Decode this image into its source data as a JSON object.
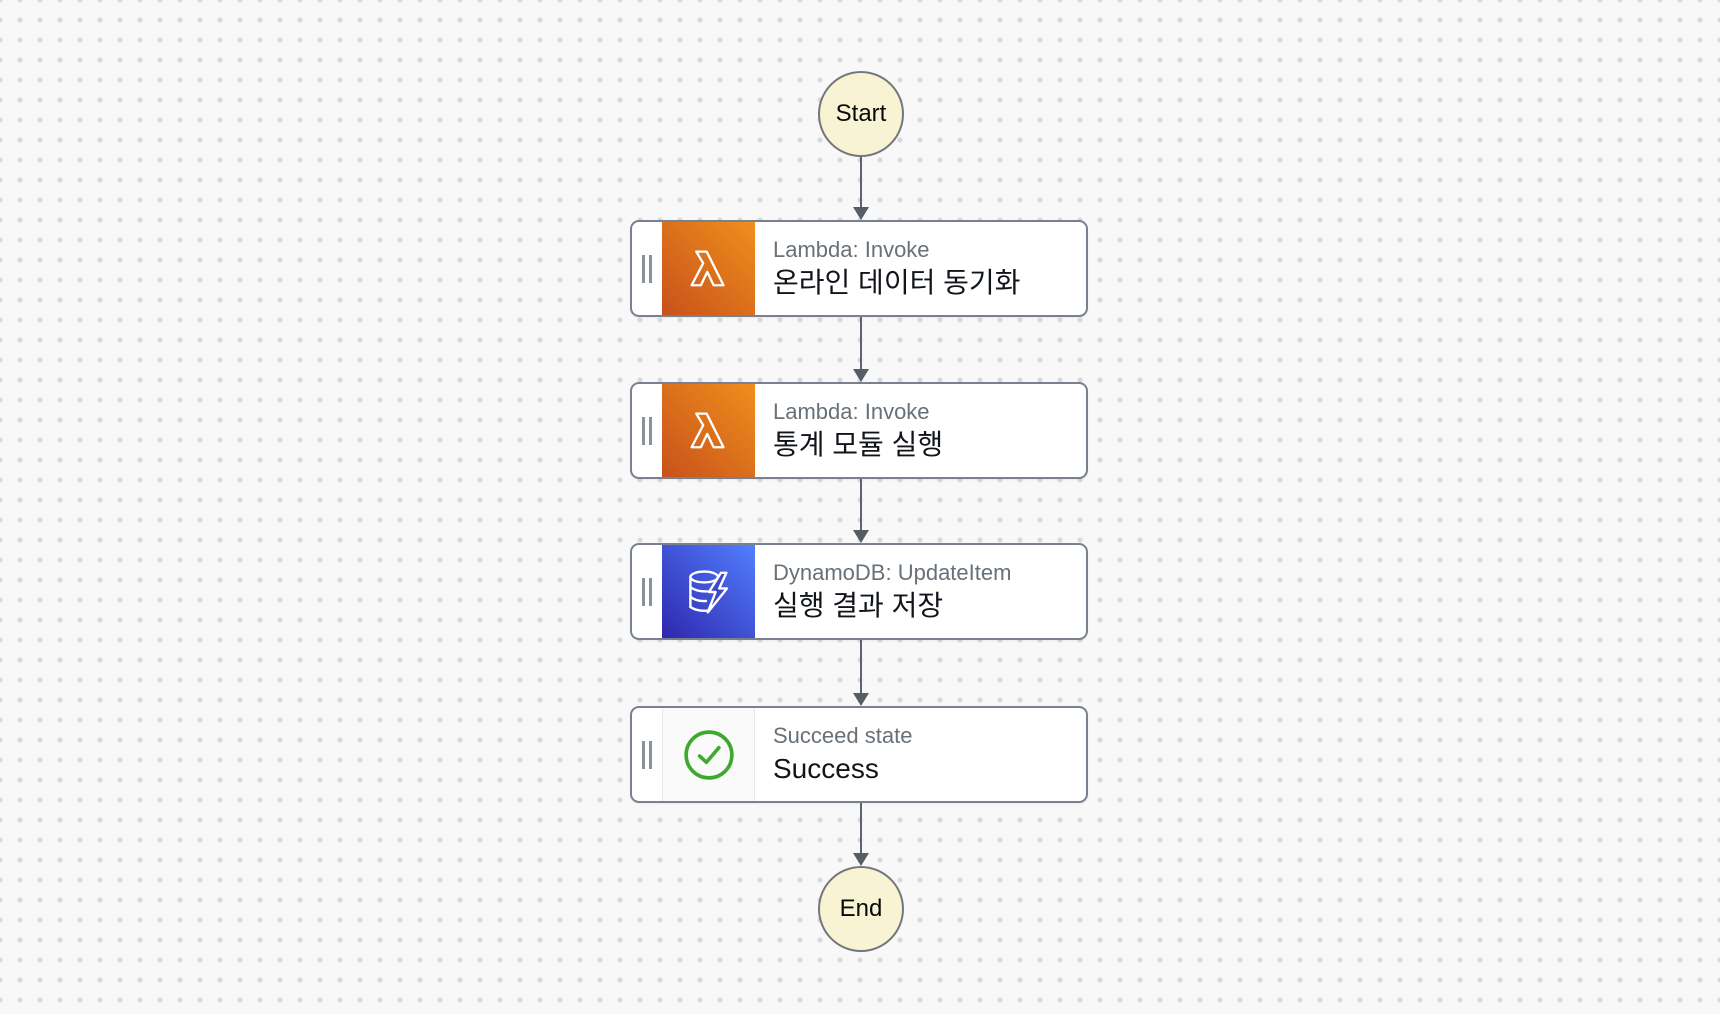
{
  "diagram": {
    "start_label": "Start",
    "end_label": "End",
    "nodes": [
      {
        "type_label": "Lambda: Invoke",
        "title": "온라인 데이터 동기화",
        "icon": "lambda-icon"
      },
      {
        "type_label": "Lambda: Invoke",
        "title": "통계 모듈 실행",
        "icon": "lambda-icon"
      },
      {
        "type_label": "DynamoDB: UpdateItem",
        "title": "실행 결과 저장",
        "icon": "dynamodb-icon"
      },
      {
        "type_label": "Succeed state",
        "title": "Success",
        "icon": "succeed-icon"
      }
    ]
  },
  "colors": {
    "canvas_background": "#f8f8f9",
    "dot_grid": "#d8d9de",
    "node_border": "#79818c",
    "type_label_text": "#687078",
    "state_name_text": "#11151a",
    "terminal_fill": "#f8f3d2",
    "terminal_border": "#73767c",
    "arrow": "#565d66",
    "lambda_gradient_start": "#c8511b",
    "lambda_gradient_end": "#ef8f1c",
    "dynamodb_gradient_start": "#2e27ad",
    "dynamodb_gradient_end": "#527fff",
    "succeed_green": "#3fa92f"
  }
}
